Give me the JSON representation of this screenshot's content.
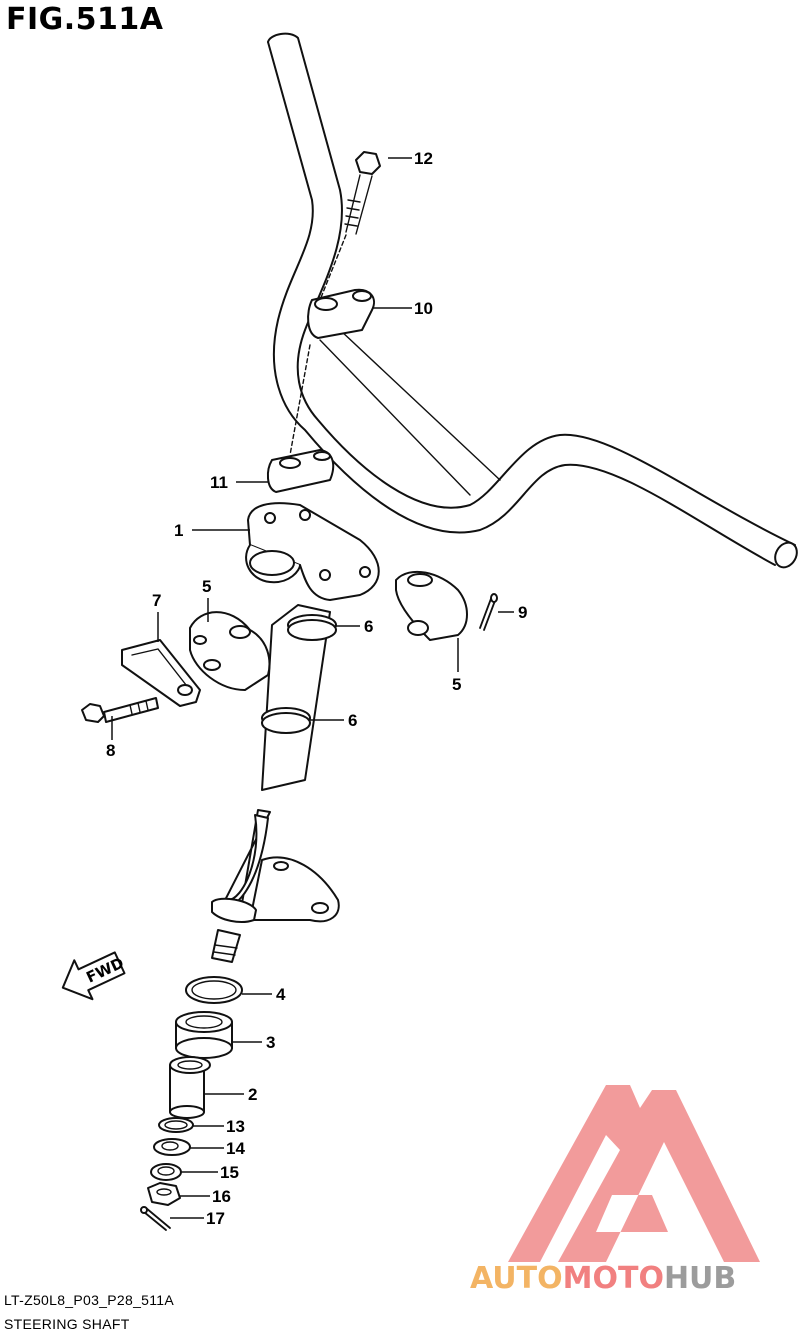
{
  "figure": {
    "title": "FIG.511A",
    "code": "LT-Z50L8_P03_P28_511A",
    "name": "STEERING SHAFT"
  },
  "direction_marker": {
    "text": "FWD"
  },
  "callouts": [
    {
      "id": "callout-1",
      "label": "1"
    },
    {
      "id": "callout-2",
      "label": "2"
    },
    {
      "id": "callout-3",
      "label": "3"
    },
    {
      "id": "callout-4",
      "label": "4"
    },
    {
      "id": "callout-5a",
      "label": "5"
    },
    {
      "id": "callout-5b",
      "label": "5"
    },
    {
      "id": "callout-6a",
      "label": "6"
    },
    {
      "id": "callout-6b",
      "label": "6"
    },
    {
      "id": "callout-7",
      "label": "7"
    },
    {
      "id": "callout-8",
      "label": "8"
    },
    {
      "id": "callout-9",
      "label": "9"
    },
    {
      "id": "callout-10",
      "label": "10"
    },
    {
      "id": "callout-11",
      "label": "11"
    },
    {
      "id": "callout-12",
      "label": "12"
    },
    {
      "id": "callout-13",
      "label": "13"
    },
    {
      "id": "callout-14",
      "label": "14"
    },
    {
      "id": "callout-15",
      "label": "15"
    },
    {
      "id": "callout-16",
      "label": "16"
    },
    {
      "id": "callout-17",
      "label": "17"
    }
  ],
  "watermark": {
    "text_auto": "AUTO",
    "text_moto": "MOTO",
    "text_hub": "HUB",
    "colors": {
      "auto": "#f2a84a",
      "moto": "#ef6a6a",
      "hub": "#8b8b8b",
      "logo": "#f08a8a"
    }
  }
}
